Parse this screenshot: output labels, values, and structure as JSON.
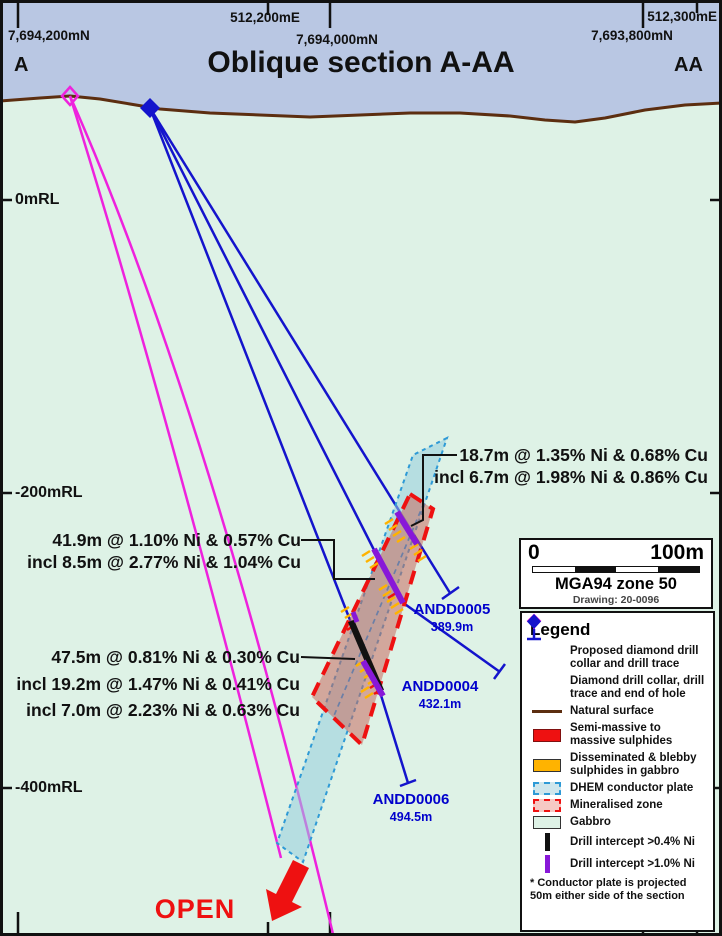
{
  "figure": {
    "title": "Oblique section A-AA",
    "section_start": "A",
    "section_end": "AA",
    "open_label": "OPEN"
  },
  "grid": {
    "easting_labels": [
      "512,200mE",
      "512,300mE"
    ],
    "northing_labels": [
      "7,694,200mN",
      "7,694,000mN",
      "7,693,800mN"
    ],
    "elevation_labels": [
      "0mRL",
      "-200mRL",
      "-400mRL"
    ]
  },
  "drill_holes": [
    {
      "name": "ANDD0005",
      "length": "389.9m"
    },
    {
      "name": "ANDD0004",
      "length": "432.1m"
    },
    {
      "name": "ANDD0006",
      "length": "494.5m"
    }
  ],
  "intercept_annotations": [
    {
      "lines": [
        "18.7m @ 1.35% Ni & 0.68% Cu",
        "incl 6.7m @ 1.98% Ni & 0.86% Cu"
      ]
    },
    {
      "lines": [
        "41.9m @ 1.10% Ni & 0.57% Cu",
        "incl 8.5m @ 2.77% Ni & 1.04% Cu"
      ]
    },
    {
      "lines": [
        "47.5m @ 0.81% Ni & 0.30% Cu",
        "incl 19.2m @ 1.47% Ni & 0.41% Cu",
        "incl 7.0m @ 2.23% Ni & 0.63% Cu"
      ]
    }
  ],
  "scale_bar": {
    "start_label": "0",
    "end_label": "100m",
    "datum": "MGA94 zone 50",
    "drawing_number": "Drawing: 20-0096"
  },
  "legend": {
    "title": "Legend",
    "items": [
      {
        "label": "Proposed diamond drill collar and drill trace"
      },
      {
        "label": "Diamond drill collar, drill trace and end of hole"
      },
      {
        "label": "Natural surface"
      },
      {
        "label": "Semi-massive to massive sulphides"
      },
      {
        "label": "Disseminated & blebby sulphides in gabbro"
      },
      {
        "label": "DHEM conductor plate"
      },
      {
        "label": "Mineralised zone"
      },
      {
        "label": "Gabbro"
      },
      {
        "label": "Drill intercept >0.4% Ni"
      },
      {
        "label": "Drill intercept >1.0% Ni"
      }
    ],
    "footnote": "* Conductor plate is projected 50m either side of the section"
  },
  "colors": {
    "sky": "#b9c7e3",
    "gabbro": "#def2e6",
    "surface-brown": "#5c2e10",
    "drill-blue": "#1414cc",
    "proposed-magenta": "#ee22dd",
    "label-blue": "#0000cc",
    "sulphide-red": "#ee1111",
    "sulphide-yellow": "#ffb300",
    "dhem-blue": "#2e9ad6",
    "zone-red": "#ee1111",
    "intercept-purple": "#8818d8",
    "intercept-black": "#111111",
    "open-red": "#ee1111"
  }
}
